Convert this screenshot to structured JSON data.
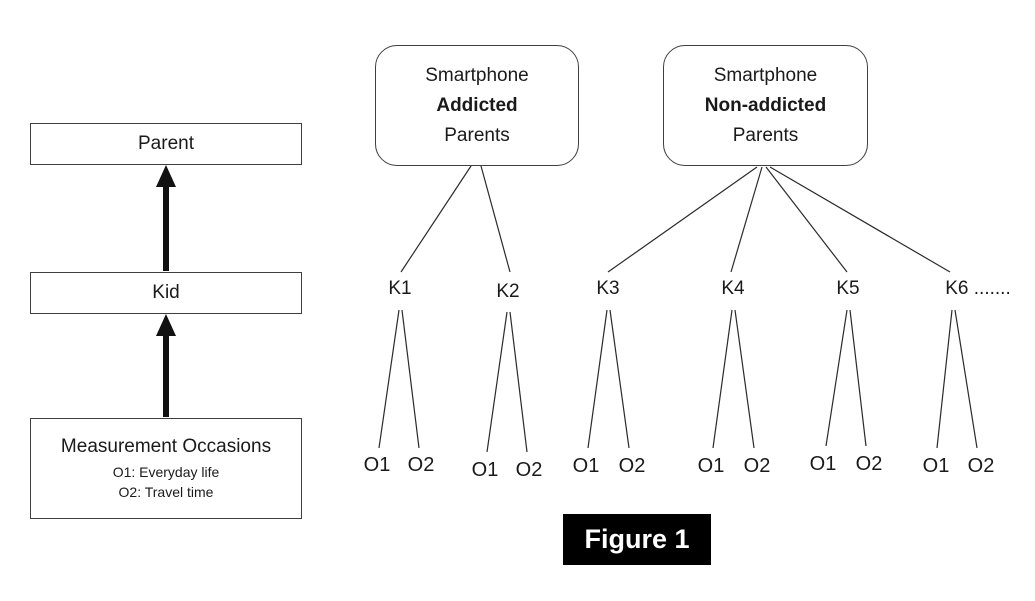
{
  "left_flow": {
    "parent_label": "Parent",
    "kid_label": "Kid",
    "measurement": {
      "title": "Measurement Occasions",
      "o1_desc": "O1: Everyday life",
      "o2_desc": "O2: Travel time"
    }
  },
  "groups": {
    "addicted": {
      "line1": "Smartphone",
      "line2": "Addicted",
      "line3": "Parents"
    },
    "non_addicted": {
      "line1": "Smartphone",
      "line2": "Non-addicted",
      "line3": "Parents"
    }
  },
  "kids": [
    {
      "label": "K1"
    },
    {
      "label": "K2"
    },
    {
      "label": "K3"
    },
    {
      "label": "K4"
    },
    {
      "label": "K5"
    },
    {
      "label": "K6 ......."
    }
  ],
  "occasions": {
    "o1": "O1",
    "o2": "O2"
  },
  "caption": "Figure 1",
  "colors": {
    "line": "#2b2b2b",
    "arrow": "#111111",
    "caption_bg": "#000000",
    "caption_fg": "#ffffff"
  }
}
